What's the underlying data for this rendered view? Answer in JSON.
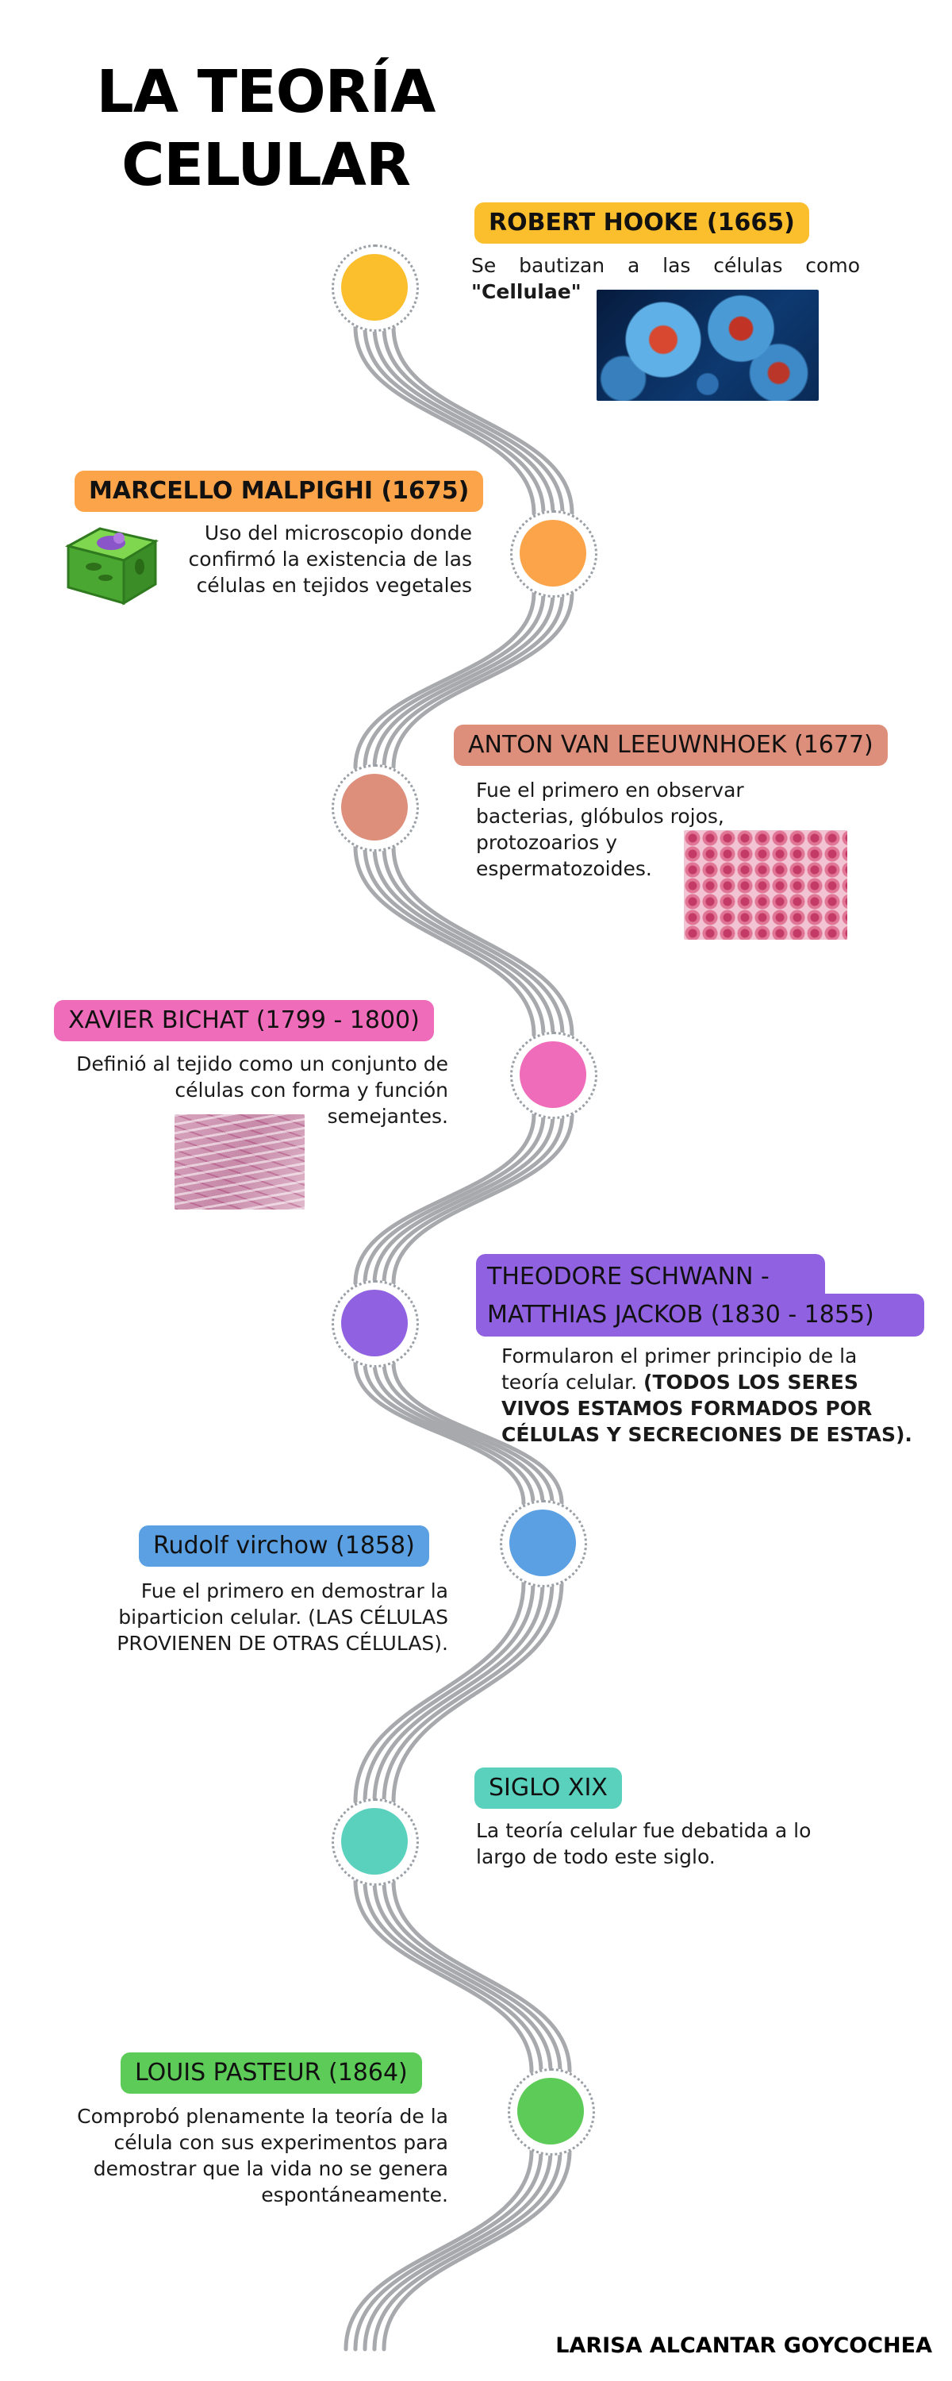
{
  "title": {
    "line1": "LA TEORÍA",
    "line2": "CELULAR"
  },
  "colors": {
    "road": "#a7a9ac",
    "yellow": "#fbbf2e",
    "orange": "#fba449",
    "salmon": "#de8f7b",
    "pink": "#ee6cb9",
    "purple": "#9061e0",
    "blue": "#5aa0e2",
    "teal": "#5ad1bd",
    "green": "#5dcb58"
  },
  "events": [
    {
      "label": "ROBERT HOOKE (1665)",
      "desc_line1": "Se bautizan a las células como",
      "desc_bold": "\"Cellulae\"",
      "image": "blue-cells-microscope-image"
    },
    {
      "label": "MARCELLO MALPIGHI (1675)",
      "desc": "Uso del microscopio donde confirmó la existencia de las células en tejidos vegetales",
      "image": "plant-cell-icon"
    },
    {
      "label": "ANTON VAN LEEUWNHOEK (1677)",
      "desc": "Fue el primero en observar bacterias, glóbulos rojos, protozoarios y espermatozoides.",
      "image": "red-blood-cells-image"
    },
    {
      "label": "XAVIER BICHAT (1799 - 1800)",
      "desc": "Definió al tejido como un conjunto de células con forma y función semejantes.",
      "image": "tissue-image"
    },
    {
      "label_line1": "THEODORE SCHWANN -",
      "label_line2": "MATTHIAS JACKOB (1830 - 1855)",
      "desc_plain": "Formularon el primer principio de la teoría celular. ",
      "desc_bold": "(TODOS LOS SERES VIVOS ESTAMOS FORMADOS POR CÉLULAS Y SECRECIONES DE ESTAS)."
    },
    {
      "label": "Rudolf virchow (1858)",
      "desc": "Fue  el primero en demostrar la biparticion celular. (LAS CÉLULAS PROVIENEN DE OTRAS CÉLULAS)."
    },
    {
      "label": "SIGLO XIX",
      "desc": "La teoría celular fue debatida a lo largo de todo este siglo."
    },
    {
      "label": "LOUIS  PASTEUR (1864)",
      "desc": "Comprobó  plenamente la teoría de la célula con sus experimentos para demostrar que la vida no se genera espontáneamente."
    }
  ],
  "author": "LARISA ALCANTAR GOYCOCHEA"
}
